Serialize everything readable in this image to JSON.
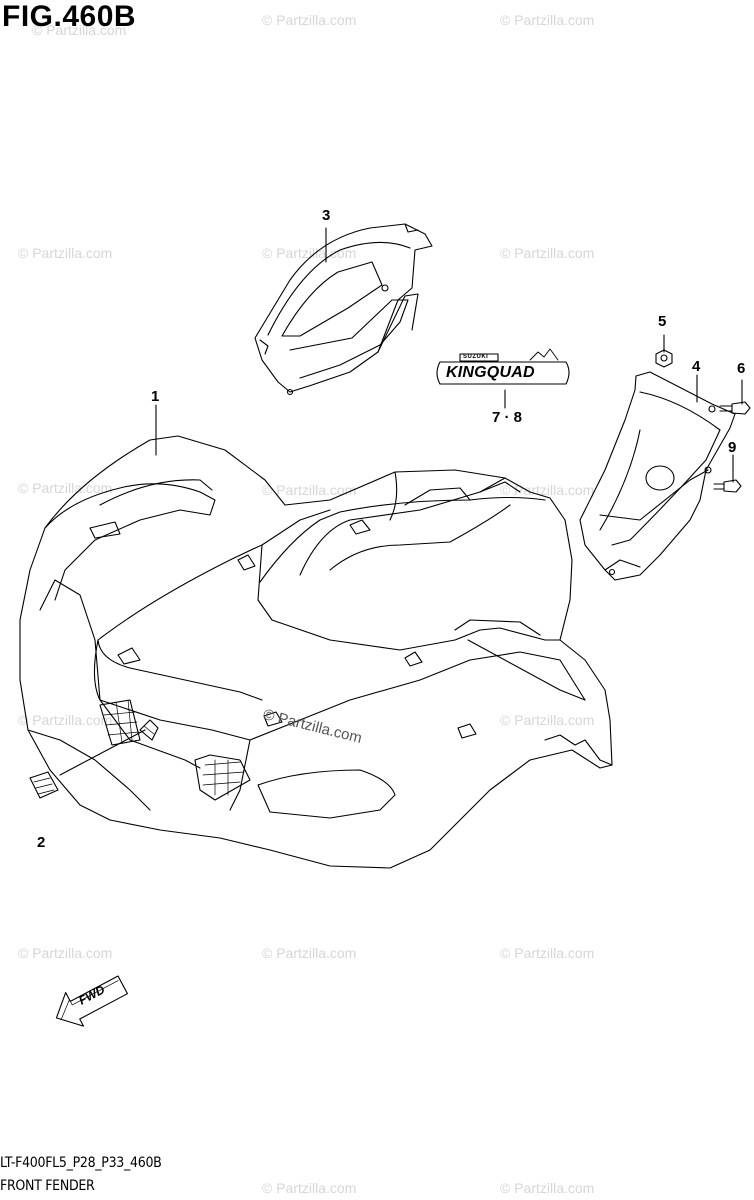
{
  "figure": {
    "title": "FIG.460B",
    "code": "LT-F400FL5_P28_P33_460B",
    "name": "FRONT FENDER"
  },
  "callouts": [
    "1",
    "2",
    "3",
    "4",
    "5",
    "6",
    "7 · 8",
    "9"
  ],
  "decal": {
    "brand_small": "SUZUKI",
    "brand_main": "KINGQUAD"
  },
  "fwd_arrow": {
    "label": "FWD"
  },
  "watermarks": {
    "corner_text": "© Partzilla.com",
    "center_text": "© Partzilla.com"
  },
  "colors": {
    "line": "#000000",
    "watermark": "#d6d6d6",
    "background": "#ffffff"
  }
}
